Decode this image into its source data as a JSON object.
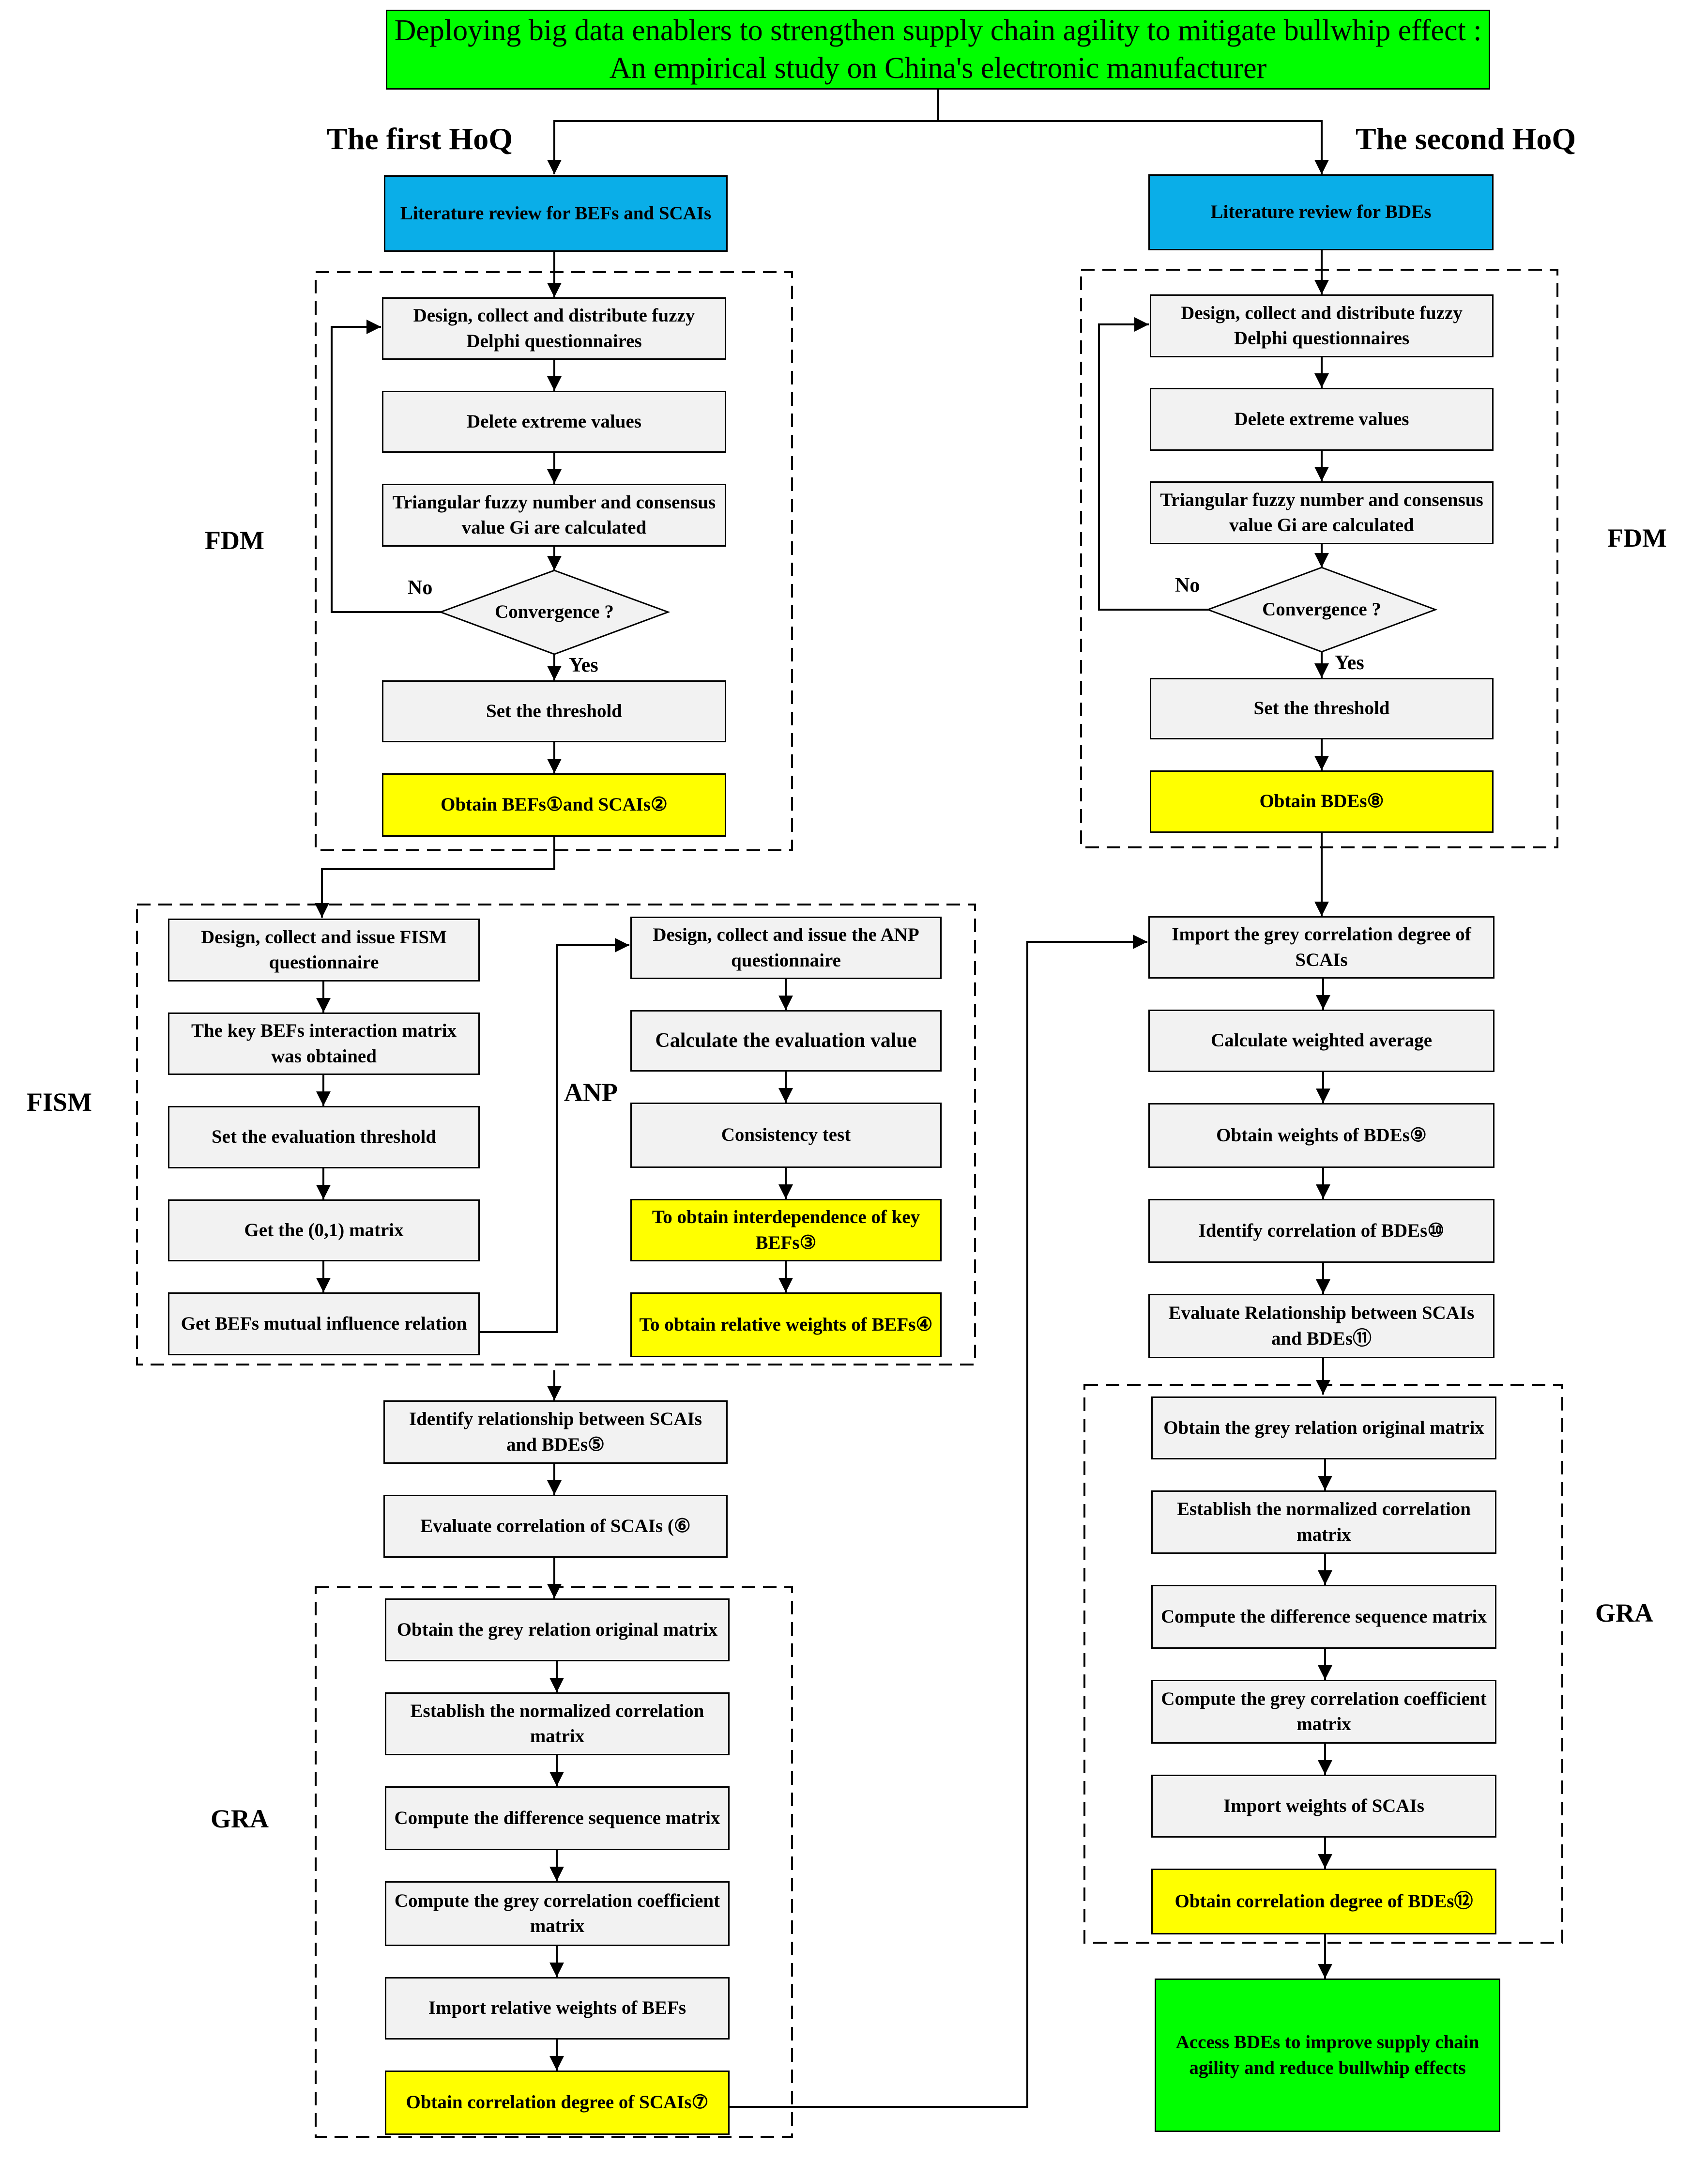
{
  "title": "Deploying big data enablers to strengthen supply chain agility to mitigate bullwhip effect : An empirical study on China's electronic manufacturer",
  "colors": {
    "blue": "#0aaee8",
    "grey": "#f2f2f2",
    "yellow": "#ffff00",
    "green": "#00ff00"
  },
  "left": {
    "hoq": "The first HoQ",
    "lit_review": "Literature review for BEFs and SCAIs",
    "fdm_label": "FDM",
    "fdm": {
      "design": "Design, collect and distribute fuzzy Delphi questionnaires",
      "delete": "Delete extreme values",
      "triangular": "Triangular fuzzy number and consensus value Gi are calculated",
      "convergence": "Convergence ?",
      "no": "No",
      "yes": "Yes",
      "threshold": "Set the threshold",
      "obtain": "Obtain BEFs①and SCAIs②"
    },
    "fism_label": "FISM",
    "fism": {
      "design": "Design, collect and issue FISM questionnaire",
      "matrix": "The key BEFs interaction matrix was obtained",
      "threshold": "Set the evaluation threshold",
      "zero_one": "Get the (0,1) matrix",
      "mutual": "Get BEFs mutual influence relation"
    },
    "anp_label": "ANP",
    "anp": {
      "design": "Design, collect and issue the ANP questionnaire",
      "calc": "Calculate the evaluation value",
      "consistency": "Consistency test",
      "interdependence": "To obtain  interdependence of key BEFs③",
      "weights": "To obtain  relative weights of BEFs④"
    },
    "identify": "Identify relationship between SCAIs and BDEs⑤",
    "evaluate": "Evaluate correlation of SCAIs (⑥",
    "gra_label": "GRA",
    "gra": {
      "original": "Obtain the grey relation original matrix",
      "normalized": "Establish the normalized correlation matrix",
      "difference": "Compute the difference sequence matrix",
      "coefficient": "Compute the grey correlation coefficient matrix",
      "import": "Import  relative weights of BEFs",
      "obtain": "Obtain correlation degree of SCAIs⑦"
    }
  },
  "right": {
    "hoq": "The second HoQ",
    "lit_review": "Literature review for BDEs",
    "fdm_label": "FDM",
    "fdm": {
      "design": "Design, collect and distribute fuzzy Delphi questionnaires",
      "delete": "Delete extreme values",
      "triangular": "Triangular fuzzy number and consensus value Gi are calculated",
      "convergence": "Convergence ?",
      "no": "No",
      "yes": "Yes",
      "threshold": "Set the threshold",
      "obtain": "Obtain BDEs⑧"
    },
    "import_grey": "Import the grey correlation degree of SCAIs",
    "weighted_avg": "Calculate weighted average",
    "weights": "Obtain weights of BDEs⑨",
    "identify": "Identify correlation of BDEs⑩",
    "evaluate": "Evaluate Relationship between SCAIs and BDEs⑪",
    "gra_label": "GRA",
    "gra": {
      "original": "Obtain the grey relation original matrix",
      "normalized": "Establish the normalized correlation matrix",
      "difference": "Compute the difference sequence matrix",
      "coefficient": "Compute the grey correlation coefficient matrix",
      "import": "Import  weights of SCAIs",
      "obtain": "Obtain correlation degree of BDEs⑫"
    },
    "final": "Access BDEs to improve supply chain agility and reduce bullwhip effects"
  }
}
